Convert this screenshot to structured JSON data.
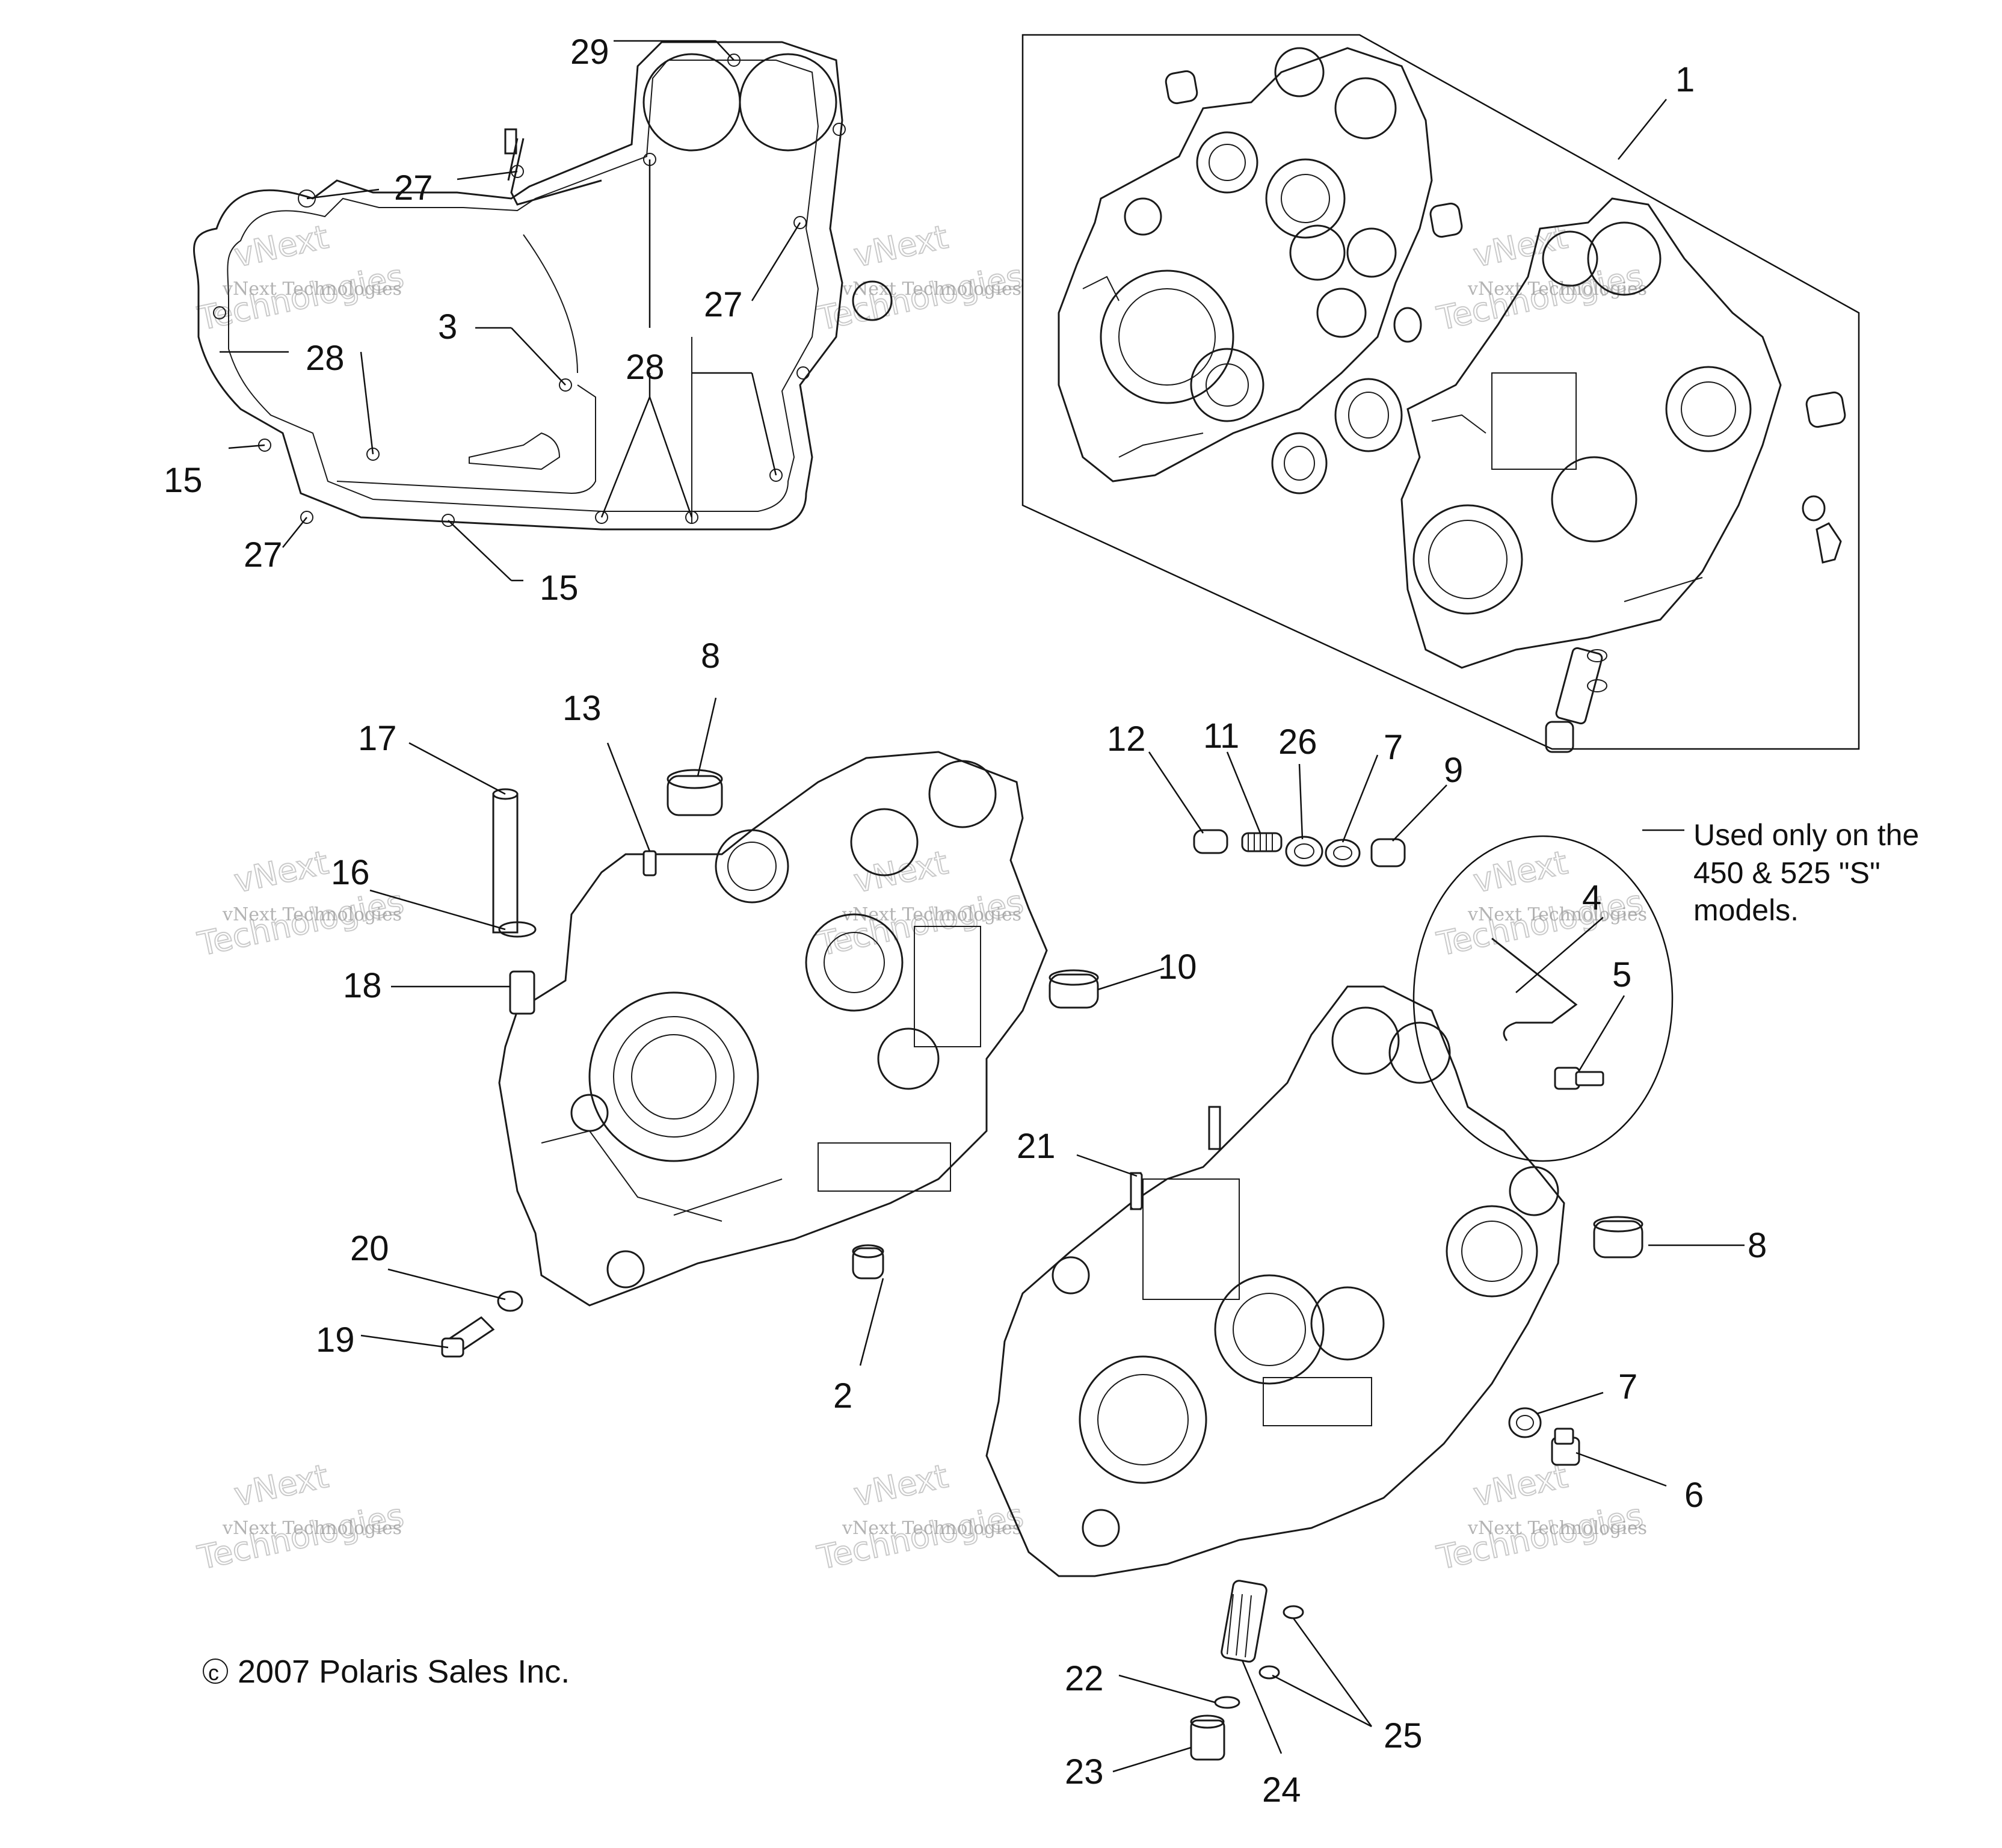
{
  "diagram": {
    "callouts": [
      {
        "id": "29",
        "label": "29"
      },
      {
        "id": "27a",
        "label": "27"
      },
      {
        "id": "27b",
        "label": "27"
      },
      {
        "id": "27c",
        "label": "27"
      },
      {
        "id": "3",
        "label": "3"
      },
      {
        "id": "28a",
        "label": "28"
      },
      {
        "id": "28b",
        "label": "28"
      },
      {
        "id": "15a",
        "label": "15"
      },
      {
        "id": "15b",
        "label": "15"
      },
      {
        "id": "1",
        "label": "1"
      },
      {
        "id": "8a",
        "label": "8"
      },
      {
        "id": "13",
        "label": "13"
      },
      {
        "id": "17",
        "label": "17"
      },
      {
        "id": "16",
        "label": "16"
      },
      {
        "id": "18",
        "label": "18"
      },
      {
        "id": "12",
        "label": "12"
      },
      {
        "id": "11",
        "label": "11"
      },
      {
        "id": "26",
        "label": "26"
      },
      {
        "id": "7a",
        "label": "7"
      },
      {
        "id": "9",
        "label": "9"
      },
      {
        "id": "10",
        "label": "10"
      },
      {
        "id": "4",
        "label": "4"
      },
      {
        "id": "5",
        "label": "5"
      },
      {
        "id": "21",
        "label": "21"
      },
      {
        "id": "8b",
        "label": "8"
      },
      {
        "id": "20",
        "label": "20"
      },
      {
        "id": "19",
        "label": "19"
      },
      {
        "id": "2",
        "label": "2"
      },
      {
        "id": "7b",
        "label": "7"
      },
      {
        "id": "6",
        "label": "6"
      },
      {
        "id": "22",
        "label": "22"
      },
      {
        "id": "23",
        "label": "23"
      },
      {
        "id": "24",
        "label": "24"
      },
      {
        "id": "25",
        "label": "25"
      }
    ],
    "note_lines": [
      "Used only on the",
      "450 & 525 \"S\"",
      "models."
    ],
    "copyright_symbol": "c",
    "copyright_text": "2007 Polaris Sales Inc.",
    "watermark": {
      "line1": "vNext Technologies",
      "line2": "Technologies",
      "line0": "vNext"
    }
  }
}
